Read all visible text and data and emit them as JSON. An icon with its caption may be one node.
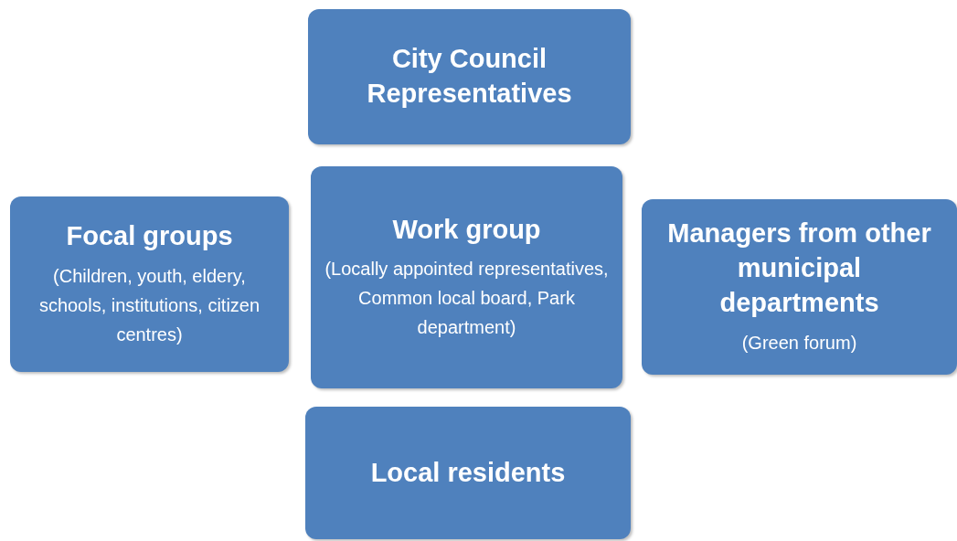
{
  "diagram": {
    "nodes": [
      {
        "text": [
          "City Council Representatives"
        ]
      },
      {
        "text": [
          "Focal groups",
          "(Children, youth, eldery, schools, institutions, citizen centres)"
        ]
      },
      {
        "text": [
          "Work group",
          "(Locally appointed representatives, Common local board, Park department)"
        ]
      },
      {
        "text": [
          "Managers from other municipal departments",
          "(Green forum)"
        ]
      },
      {
        "text": [
          "Local residents"
        ]
      }
    ]
  }
}
